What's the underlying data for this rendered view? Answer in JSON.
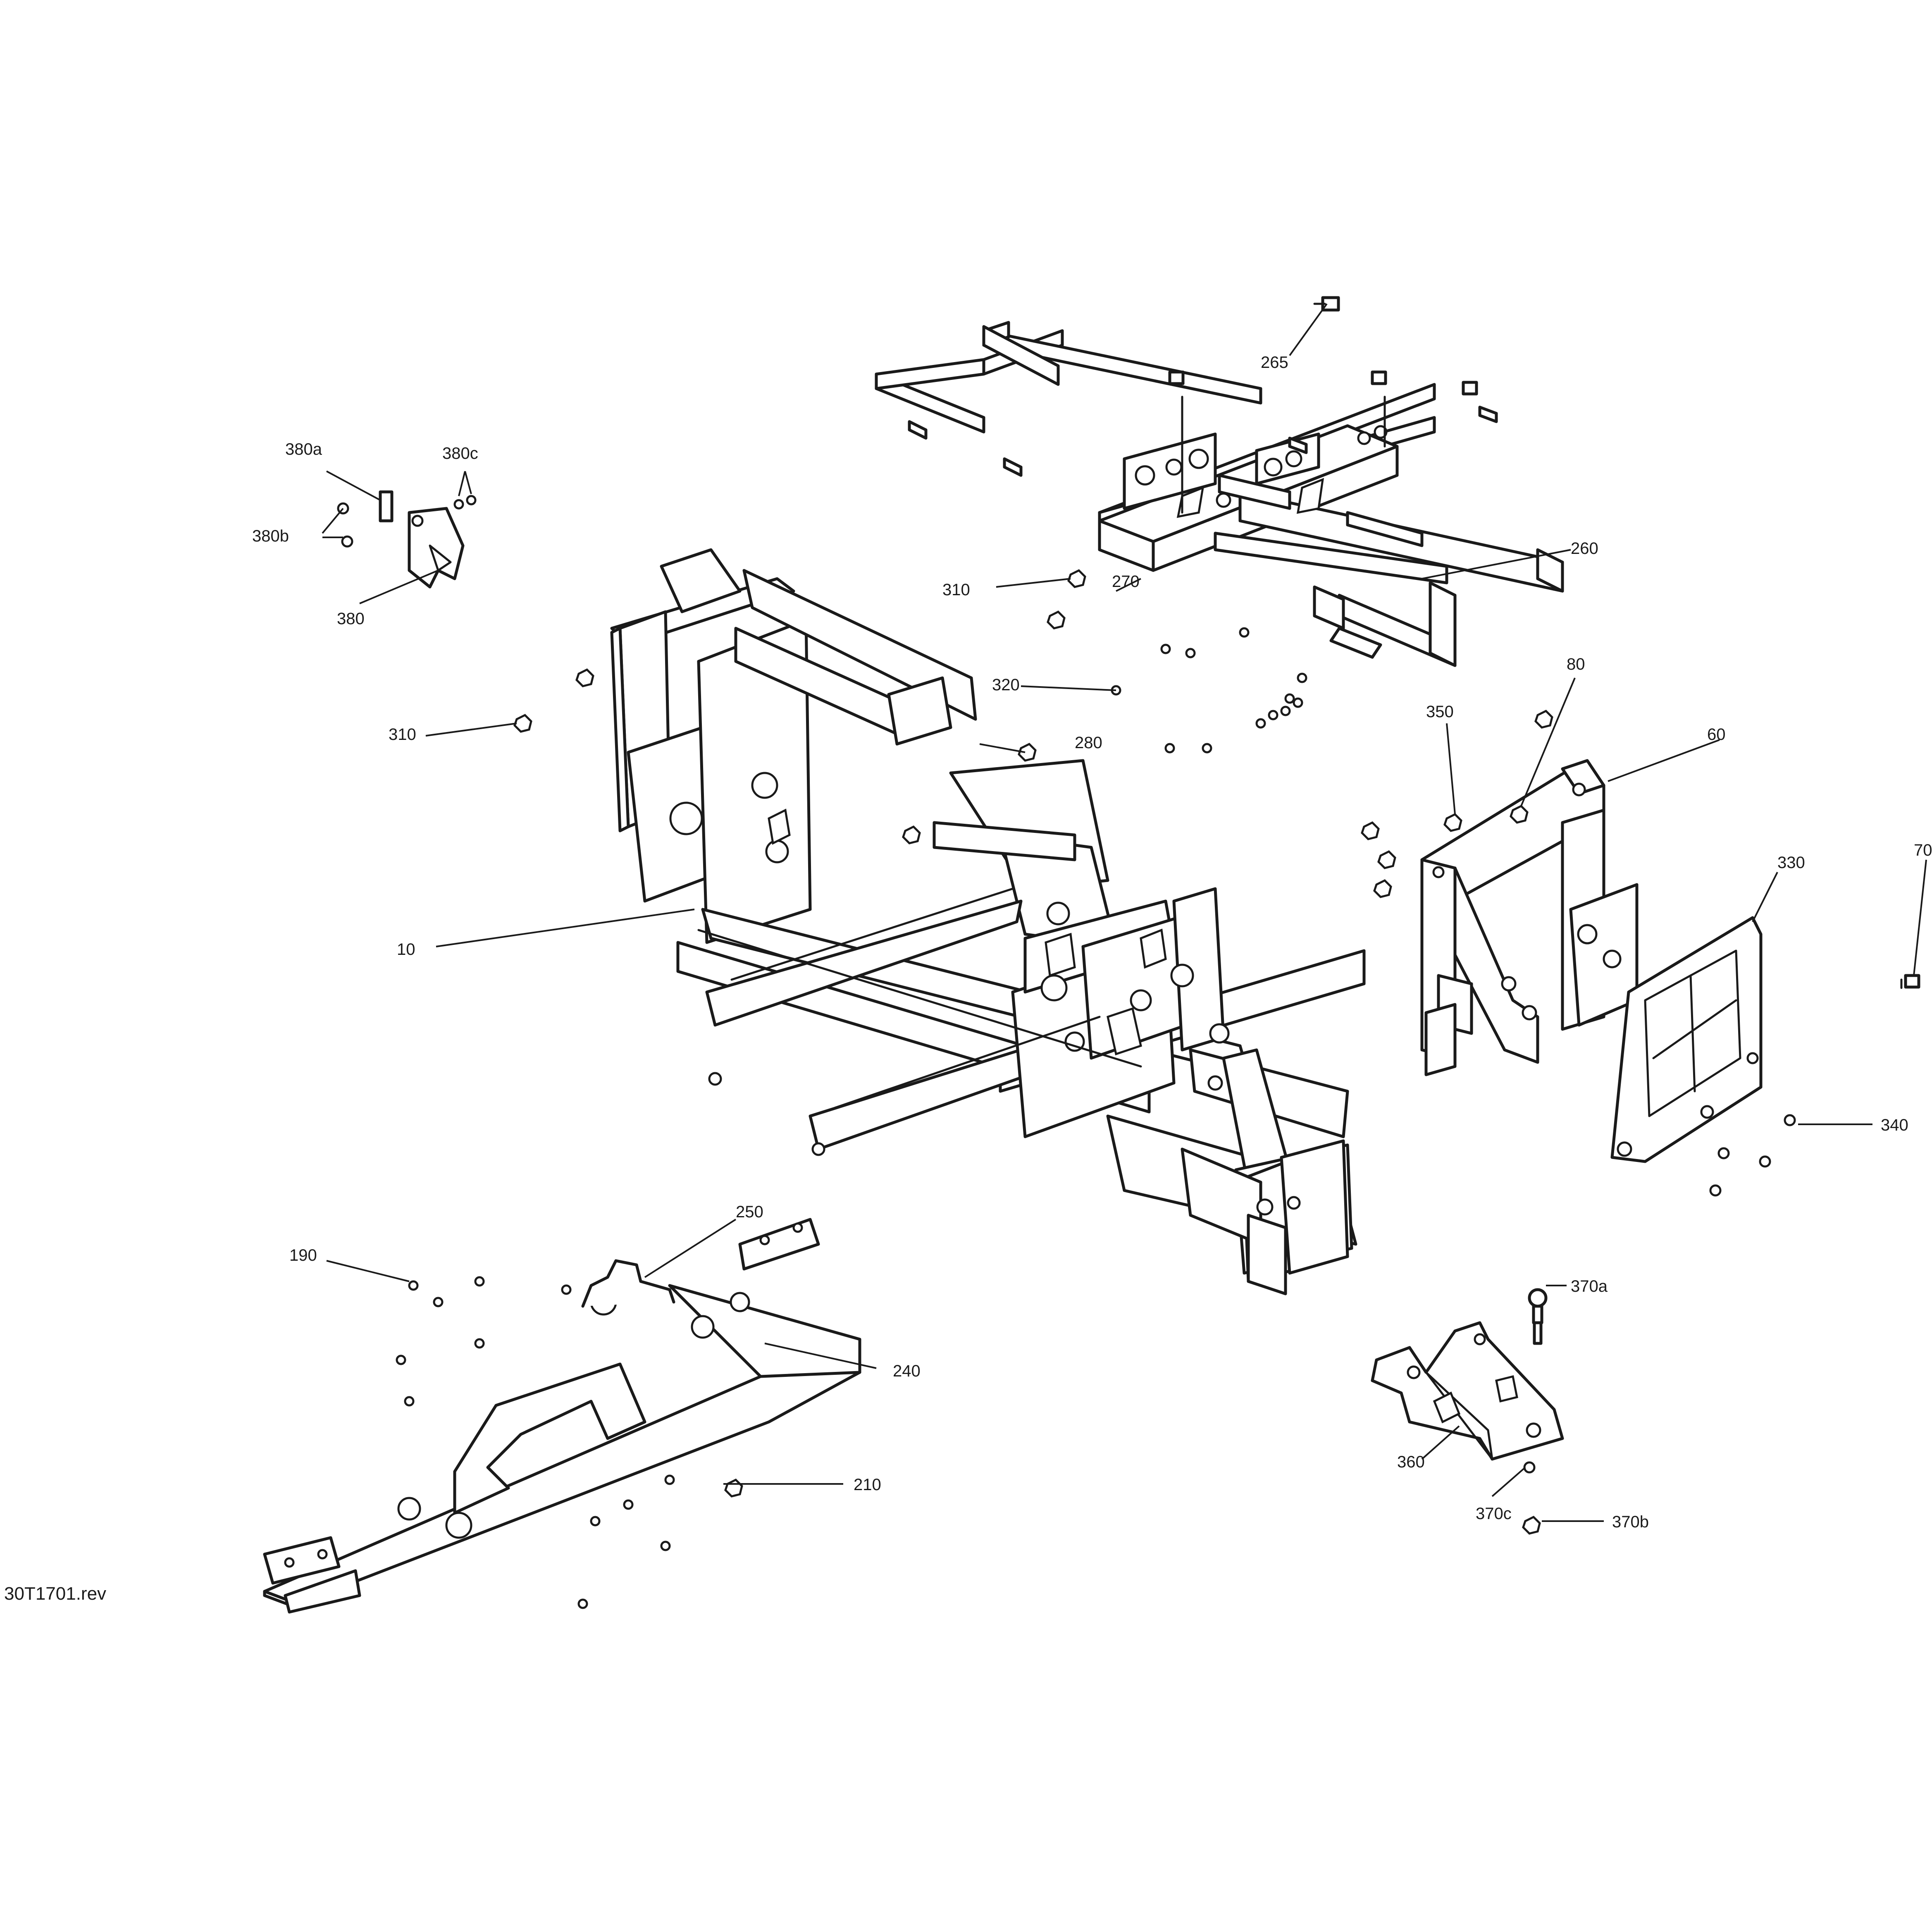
{
  "drawing_ref": "30T1701.rev",
  "callouts": {
    "c10": "10",
    "c60": "60",
    "c70": "70",
    "c80": "80",
    "c190": "190",
    "c210": "210",
    "c240": "240",
    "c250": "250",
    "c260": "260",
    "c265": "265",
    "c270": "270",
    "c280": "280",
    "c310a": "310",
    "c310b": "310",
    "c320": "320",
    "c330": "330",
    "c340": "340",
    "c350": "350",
    "c360": "360",
    "c370a": "370a",
    "c370b": "370b",
    "c370c": "370c",
    "c380": "380",
    "c380a": "380a",
    "c380b": "380b",
    "c380c": "380c"
  }
}
